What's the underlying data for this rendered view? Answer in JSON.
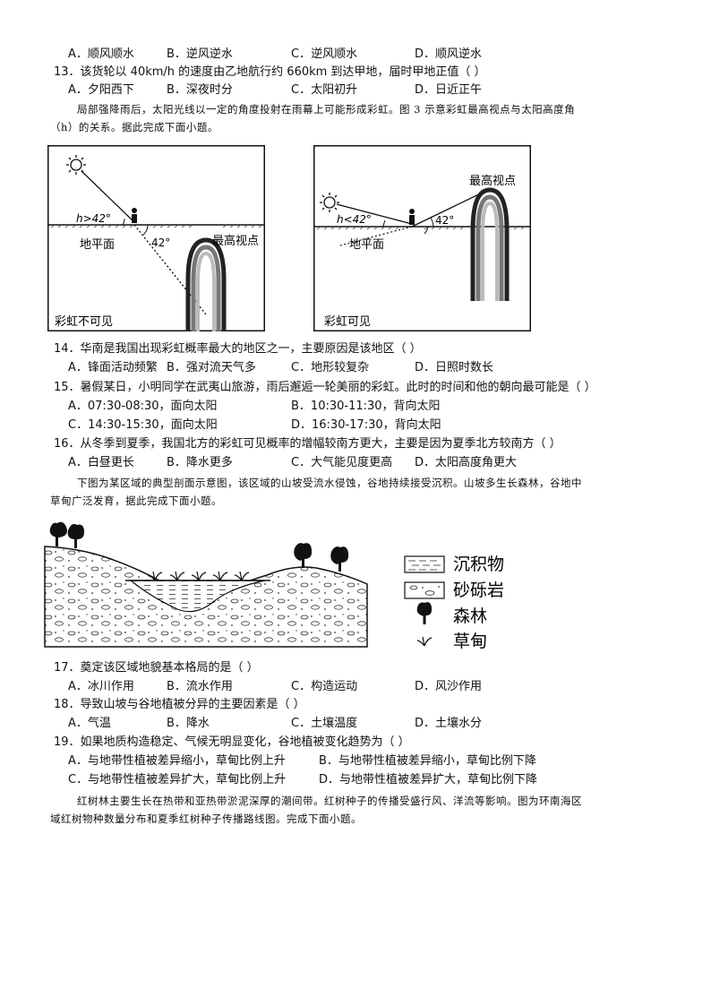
{
  "q12": {
    "options": [
      "A．顺风顺水",
      "B．逆风逆水",
      "C．逆风顺水",
      "D．顺风逆水"
    ]
  },
  "q13": {
    "stem": "13．该货轮以 40km/h 的速度由乙地航行约 660km 到达甲地，届时甲地正值（   ）",
    "options": [
      "A．夕阳西下",
      "B．深夜时分",
      "C．太阳初升",
      "D．日近正午"
    ]
  },
  "intro_rainbow": {
    "line1": "局部强降雨后，太阳光线以一定的角度投射在雨幕上可能形成彩虹。图 3 示意彩虹最高视点与太阳高度角",
    "line2": "（h）的关系。据此完成下面小题。"
  },
  "fig_left": {
    "h_label": "h>42°",
    "angle": "42°",
    "ground": "地平面",
    "top_point": "最高视点",
    "caption": "彩虹不可见"
  },
  "fig_right": {
    "h_label": "h<42°",
    "angle": "42°",
    "ground": "地平面",
    "top_point": "最高视点",
    "caption": "彩虹可见"
  },
  "q14": {
    "stem": "14．华南是我国出现彩虹概率最大的地区之一，主要原因是该地区（   ）",
    "options": [
      "A．锋面活动频繁",
      "B．强对流天气多",
      "C．地形较复杂",
      "D．日照时数长"
    ]
  },
  "q15": {
    "stem": "15．暑假某日，小明同学在武夷山旅游，雨后邂逅一轮美丽的彩虹。此时的时间和他的朝向最可能是（   ）",
    "options": [
      "A．07:30-08:30，面向太阳",
      "B．10:30-11:30，背向太阳",
      "C．14:30-15:30，面向太阳",
      "D．16:30-17:30，背向太阳"
    ]
  },
  "q16": {
    "stem": "16．从冬季到夏季，我国北方的彩虹可见概率的增幅较南方更大，主要是因为夏季北方较南方（   ）",
    "options": [
      "A．白昼更长",
      "B．降水更多",
      "C．大气能见度更高",
      "D．太阳高度角更大"
    ]
  },
  "intro_profile": {
    "line1": "下图为某区域的典型剖面示意图，该区域的山坡受流水侵蚀，谷地持续接受沉积。山坡多生长森林，谷地中",
    "line2": "草甸广泛发育，据此完成下面小题。"
  },
  "legend": [
    "沉积物",
    "砂砾岩",
    "森林",
    "草甸"
  ],
  "q17": {
    "stem": "17．奠定该区域地貌基本格局的是（   ）",
    "options": [
      "A．冰川作用",
      "B．流水作用",
      "C．构造运动",
      "D．风沙作用"
    ]
  },
  "q18": {
    "stem": "18．导致山坡与谷地植被分异的主要因素是（   ）",
    "options": [
      "A．气温",
      "B．降水",
      "C．土壤温度",
      "D．土壤水分"
    ]
  },
  "q19": {
    "stem": "19．如果地质构造稳定、气候无明显变化，谷地植被变化趋势为（   ）",
    "options": [
      "A．与地带性植被差异缩小，草甸比例上升",
      "B．与地带性植被差异缩小，草甸比例下降",
      "C．与地带性植被差异扩大，草甸比例上升",
      "D．与地带性植被差异扩大，草甸比例下降"
    ]
  },
  "intro_mangrove": {
    "line1": "红树林主要生长在热带和亚热带淤泥深厚的潮间带。红树种子的传播受盛行风、洋流等影响。图为环南海区",
    "line2": "域红树物种数量分布和夏季红树种子传播路线图。完成下面小题。"
  }
}
